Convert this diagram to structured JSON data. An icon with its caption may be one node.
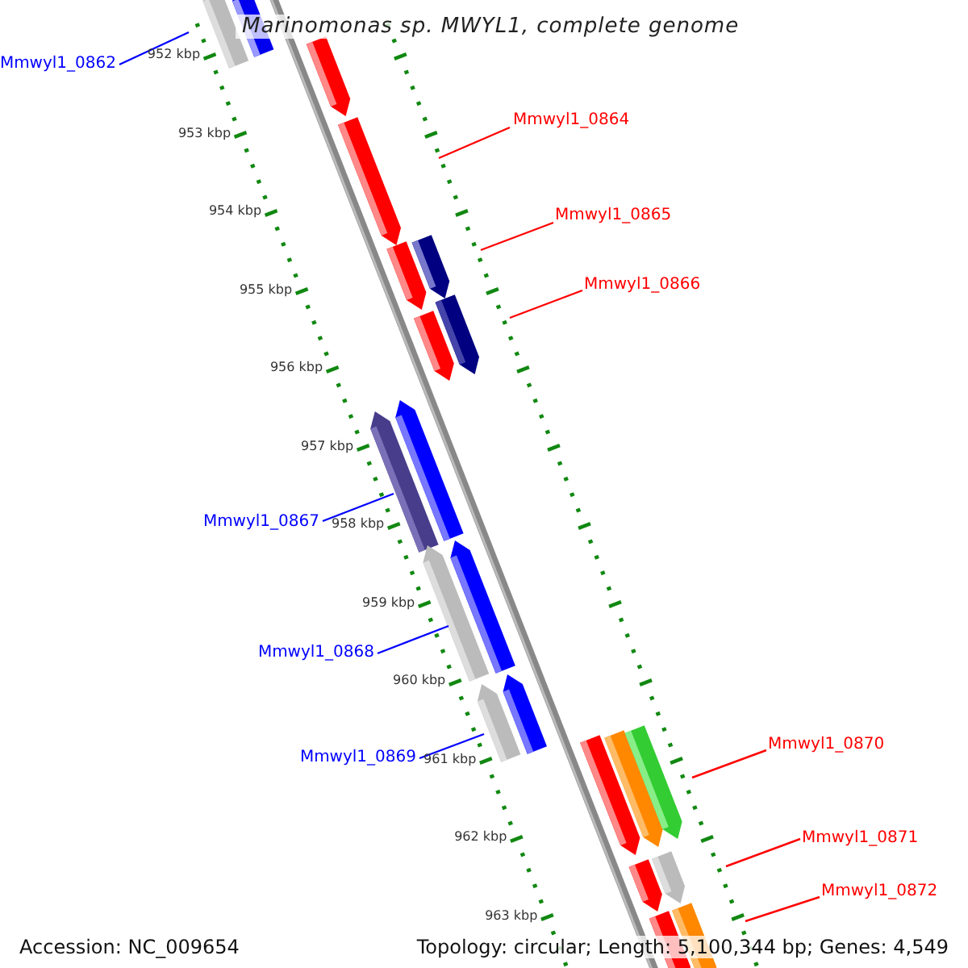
{
  "diagram": {
    "title": "Marinomonas sp. MWYL1, complete genome",
    "nodes": [
      {
        "text": [
          "Mmwyl1_0862"
        ]
      },
      {
        "text": [
          "Mmwyl1_0864"
        ]
      },
      {
        "text": [
          "Mmwyl1_0865"
        ]
      },
      {
        "text": [
          "Mmwyl1_0866"
        ]
      },
      {
        "text": [
          "Mmwyl1_0867"
        ]
      },
      {
        "text": [
          "Mmwyl1_0868"
        ]
      },
      {
        "text": [
          "Mmwyl1_0869"
        ]
      },
      {
        "text": [
          "Mmwyl1_0870"
        ]
      },
      {
        "text": [
          "Mmwyl1_0871"
        ]
      },
      {
        "text": [
          "Mmwyl1_0872"
        ]
      }
    ],
    "edges": [
      {
        "from": 0,
        "to": null,
        "arrow": "none",
        "color": "#0000ff"
      },
      {
        "from": 1,
        "to": null,
        "arrow": "none"
      },
      {
        "from": 2,
        "to": null,
        "arrow": "none"
      },
      {
        "from": 3,
        "to": null,
        "arrow": "none"
      },
      {
        "from": 4,
        "to": null,
        "arrow": "none",
        "color": "#0000ff"
      },
      {
        "from": 5,
        "to": null,
        "arrow": "none",
        "color": "#0000ff"
      },
      {
        "from": 6,
        "to": null,
        "arrow": "none",
        "color": "#0000ff"
      },
      {
        "from": 7,
        "to": null,
        "arrow": "none"
      },
      {
        "from": 8,
        "to": null,
        "arrow": "none"
      },
      {
        "from": 9,
        "to": null,
        "arrow": "none"
      }
    ],
    "labels": [
      "952 kbp",
      "953 kbp",
      "954 kbp",
      "955 kbp",
      "956 kbp",
      "957 kbp",
      "958 kbp",
      "959 kbp",
      "960 kbp",
      "961 kbp",
      "962 kbp",
      "963 kbp",
      "Accession: NC_009654",
      "Topology: circular; Length: 5,100,344 bp; Genes: 4,549"
    ]
  }
}
